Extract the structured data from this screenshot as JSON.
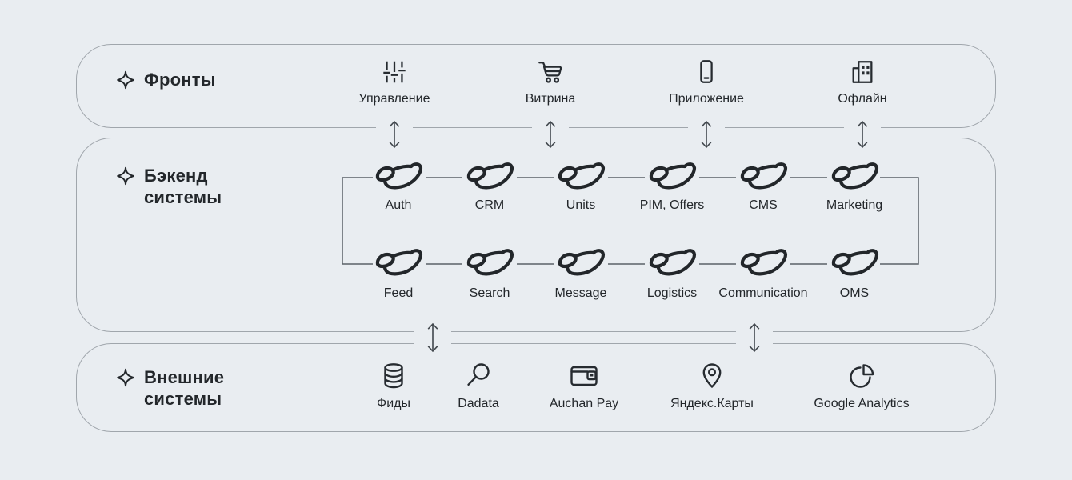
{
  "canvas": {
    "background": "#e9edf1",
    "ink": "#23272b",
    "border_color": "#a0a6ac",
    "connector_color": "#5a6168"
  },
  "sections": {
    "fronts": {
      "title_lines": [
        "Фронты"
      ],
      "items": [
        {
          "label": "Управление",
          "icon": "sliders-icon"
        },
        {
          "label": "Витрина",
          "icon": "cart-icon"
        },
        {
          "label": "Приложение",
          "icon": "smartphone-icon"
        },
        {
          "label": "Офлайн",
          "icon": "building-icon"
        }
      ]
    },
    "backend": {
      "title_lines": [
        "Бэкенд",
        "системы"
      ],
      "row1": [
        "Auth",
        "CRM",
        "Units",
        "PIM, Offers",
        "CMS",
        "Marketing"
      ],
      "row2": [
        "Feed",
        "Search",
        "Message",
        "Logistics",
        "Communication",
        "OMS"
      ],
      "node_icon": "leaf-icon"
    },
    "external": {
      "title_lines": [
        "Внешние",
        "системы"
      ],
      "items": [
        {
          "label": "Фиды",
          "icon": "database-icon"
        },
        {
          "label": "Dadata",
          "icon": "magnifier-icon"
        },
        {
          "label": "Auchan Pay",
          "icon": "wallet-icon"
        },
        {
          "label": "Яндекс.Карты",
          "icon": "map-pin-icon"
        },
        {
          "label": "Google Analytics",
          "icon": "pie-chart-icon"
        }
      ]
    }
  }
}
